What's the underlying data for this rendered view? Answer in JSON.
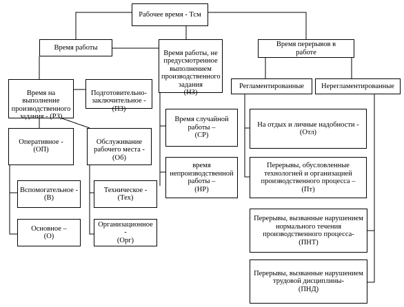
{
  "nodes": {
    "root": "Рабочее время - Тсм",
    "work_time": "Время работы",
    "unplanned_work": "Время работы, не\nпредусмотренное\nвыполнением\nпроизводственного\nзадания\n(НЗ)",
    "breaks": "Время перерывов в\nработе",
    "task_time": "Время на\nвыполнение\nпроизводственного\nзадания - (РЗ)",
    "prep_final": "Подготовительно-\nзаключительное -\n(ПЗ)",
    "operative": "Оперативное -\n(ОП)",
    "workplace_service": "Обслуживание\nрабочего места -\n(Об)",
    "auxiliary": "Вспомогательное -\n(В)",
    "main": "Основное –\n(О)",
    "technical": "Техническое -\n(Тех)",
    "organizational": "Организационное -\n(Орг)",
    "random_work": "Время случайной\nработы –\n(СР)",
    "nonproductive_work": "время\nнепроизводственной\nработы –\n(НР)",
    "regulated": "Регламентированные",
    "unregulated": "Нерегламентированные",
    "rest_personal": "На отдых и личные надобности -\n(Отл)",
    "tech_breaks": "Перерывы, обусловленные\nтехнологией и организацией\nпроизводственного процесса –\n(Пт)",
    "process_violation": "Перерывы, вызванные нарушением\nнормального течения\nпроизводственного процесса-\n(ПНТ)",
    "discipline_violation": "Перерывы, вызванные нарушением\nтрудовой дисциплины-\n(ПНД)"
  }
}
